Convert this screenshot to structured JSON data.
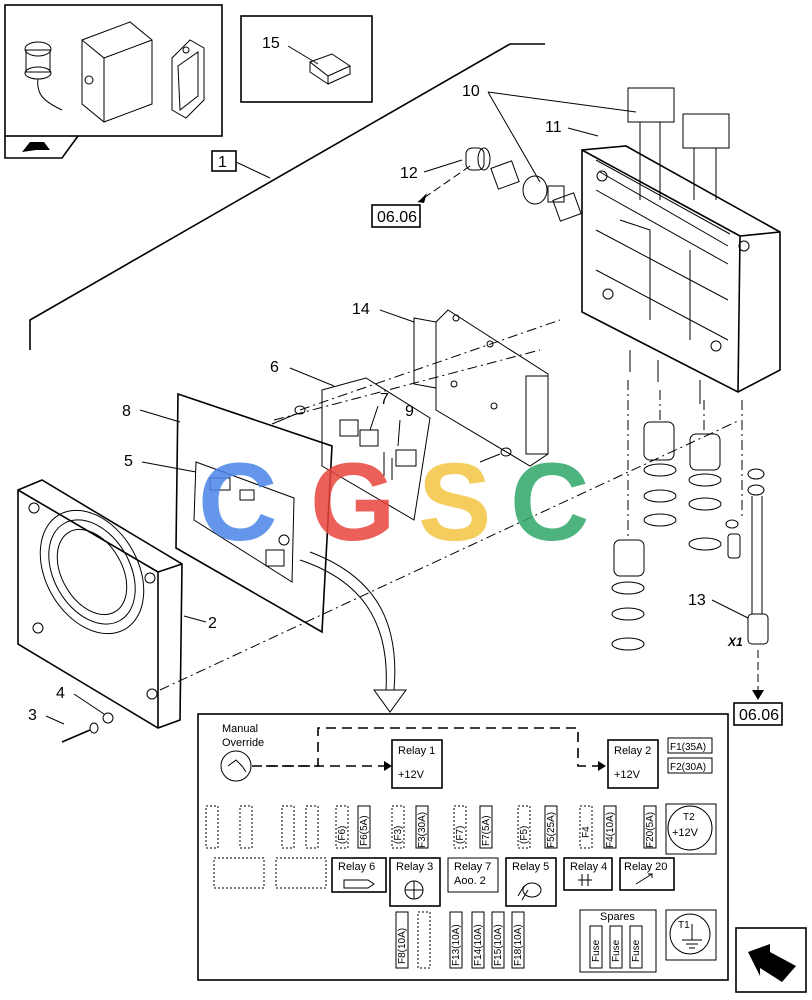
{
  "callouts": {
    "c1": "1",
    "c2": "2",
    "c3": "3",
    "c4": "4",
    "c5": "5",
    "c6": "6",
    "c7": "7",
    "c8": "8",
    "c9": "9",
    "c10": "10",
    "c11": "11",
    "c12": "12",
    "c13": "13",
    "c14": "14",
    "c15": "15"
  },
  "refs": {
    "ref_top": "06.06",
    "ref_bottom": "06.06",
    "x1": "X1"
  },
  "watermark": {
    "letters": [
      "C",
      "G",
      "S",
      "C"
    ],
    "colors": [
      "#4a86e8",
      "#e8453c",
      "#f4c542",
      "#2fa86b"
    ]
  },
  "panel": {
    "manual_override": [
      "Manual",
      "Override"
    ],
    "relay1": [
      "Relay 1",
      "+12V"
    ],
    "relay2": [
      "Relay 2",
      "+12V"
    ],
    "f1": "F1(35A)",
    "f2": "F2(30A)",
    "fuses_top": [
      "(F6)",
      "F6(5A)",
      "(F3)",
      "F3(30A)",
      "(F7)",
      "F7(5A)",
      "(F5)",
      "F5(25A)",
      "F4",
      "F4(10A)",
      "F20(5A)"
    ],
    "t2": [
      "T2",
      "+12V"
    ],
    "relays_mid": [
      "Relay 6",
      "Relay 3",
      "Relay 7",
      "Aoo. 2",
      "Relay 5",
      "Relay 4",
      "Relay 20"
    ],
    "fuses_bottom": [
      "F8(10A)",
      "F13(10A)",
      "F14(10A)",
      "F15(10A)",
      "F18(10A)"
    ],
    "spares": "Spares",
    "fuse": [
      "Fuse",
      "Fuse",
      "Fuse"
    ],
    "t1": "T1"
  }
}
